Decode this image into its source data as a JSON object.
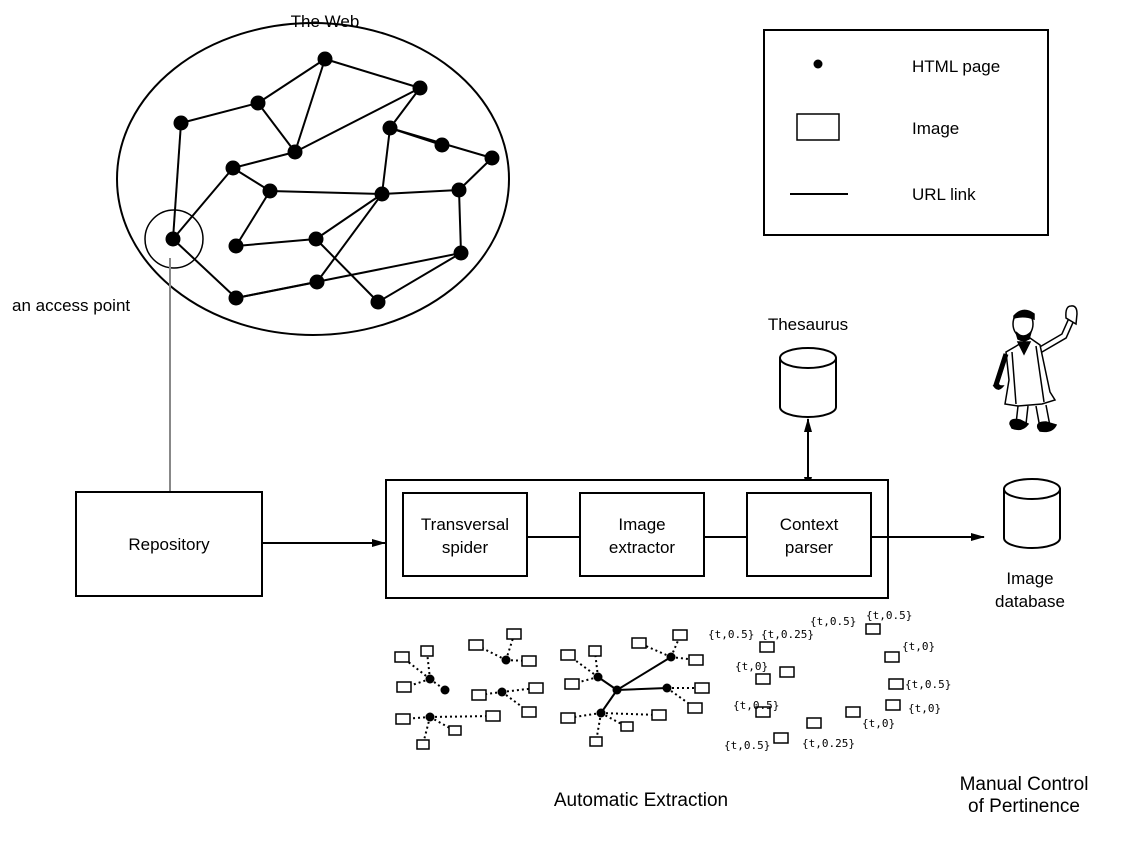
{
  "web": {
    "title": "The Web",
    "access_point_label": "an access point"
  },
  "legend": {
    "html_page_label": "HTML page",
    "image_label": "Image",
    "url_link_label": "URL link"
  },
  "repository_label": "Repository",
  "thesaurus_label": "Thesaurus",
  "pipeline": {
    "spider": [
      "Transversal",
      "spider"
    ],
    "extractor": [
      "Image",
      "extractor"
    ],
    "parser": [
      "Context",
      "parser"
    ]
  },
  "image_database": [
    "Image",
    "database"
  ],
  "tags": [
    "{t,0.5}",
    "{t,0.25}",
    "{t,0.5}",
    "{t,0.5}",
    "{t,0}",
    "{t,0}",
    "{t,0.5}",
    "{t,0.5}",
    "{t,0}",
    "{t,0}",
    "{t,0.5}",
    "{t,0.25}"
  ],
  "captions": {
    "automatic": "Automatic Extraction",
    "manual": [
      "Manual Control",
      "of Pertinence"
    ]
  }
}
